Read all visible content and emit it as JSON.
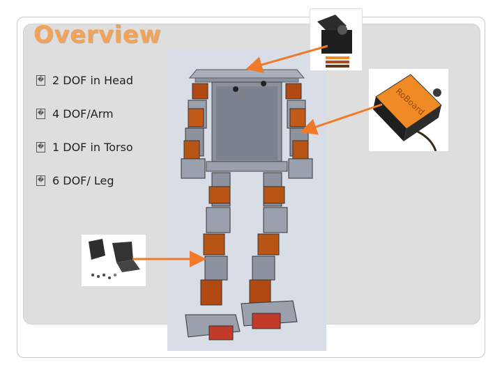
{
  "slide": {
    "title": "Overview",
    "bullets": [
      {
        "marker": "�",
        "text": "2 DOF in Head"
      },
      {
        "marker": "�",
        "text": "4 DOF/Arm"
      },
      {
        "marker": "�",
        "text": "1 DOF in Torso"
      },
      {
        "marker": "�",
        "text": "6 DOF/ Leg"
      }
    ],
    "servo_label": "RoBoard",
    "colors": {
      "title": "#f2a35a",
      "panel": "#dedede",
      "arrow": "#f07a2a",
      "servo_orange": "#f08a24"
    }
  }
}
